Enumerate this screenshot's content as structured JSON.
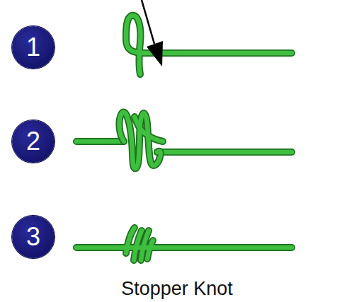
{
  "diagram": {
    "caption": "Stopper Knot",
    "nodes": [
      {
        "text": [
          "1"
        ]
      },
      {
        "text": [
          "2"
        ]
      },
      {
        "text": [
          "3"
        ]
      }
    ]
  }
}
